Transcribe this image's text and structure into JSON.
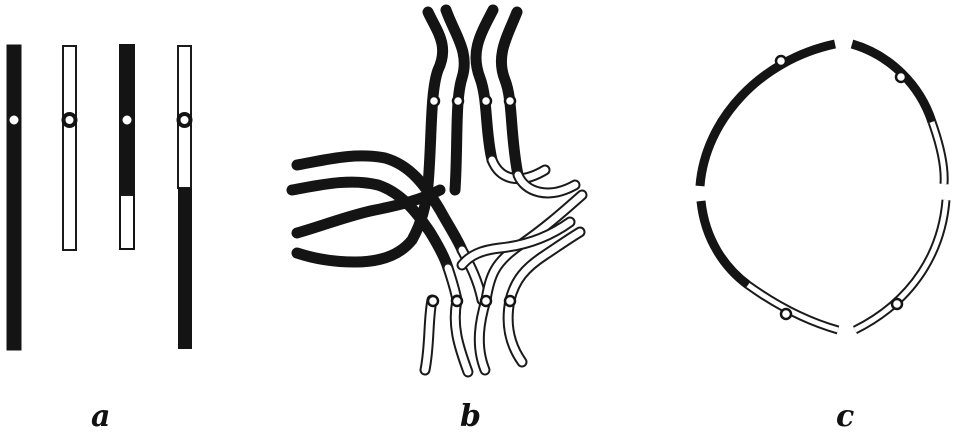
{
  "panels": [
    {
      "id": "a",
      "label": "a"
    },
    {
      "id": "b",
      "label": "b"
    },
    {
      "id": "c",
      "label": "c"
    }
  ],
  "colors": {
    "dark": "#141414",
    "light": "#ffffff",
    "outline": "#1a1a1a",
    "background": "#ffffff"
  }
}
